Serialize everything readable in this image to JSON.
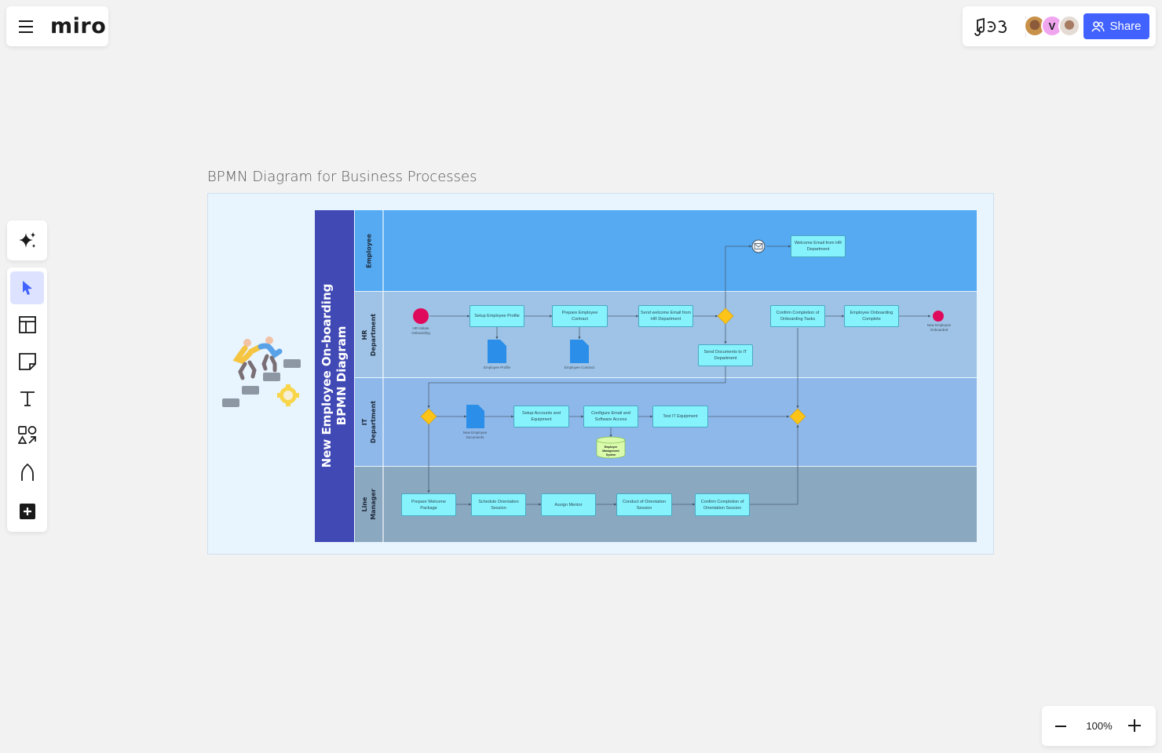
{
  "app": {
    "logo": "miro"
  },
  "header": {
    "share_label": "Share",
    "collaborators": [
      {
        "name": "collaborator-1",
        "initial": "",
        "color": "#c8914a"
      },
      {
        "name": "collaborator-v",
        "initial": "V",
        "color": "#f0a6ef"
      },
      {
        "name": "collaborator-3",
        "initial": "",
        "color": "#d9c9bd"
      }
    ]
  },
  "toolbar": {
    "ai": "ai-assistant",
    "tools": [
      "select",
      "templates",
      "sticky-note",
      "text",
      "shapes",
      "pen",
      "more"
    ]
  },
  "zoom": {
    "value": "100%"
  },
  "board": {
    "frame_title": "BPMN Diagram for Business Processes",
    "pool_title_line1": "New Employee On-boarding",
    "pool_title_line2": "BPMN Diagram",
    "lanes": [
      {
        "id": "employee",
        "label": "Employee",
        "color": "#55aaf2"
      },
      {
        "id": "hr",
        "label": "HR Department",
        "color": "#9ec3e6"
      },
      {
        "id": "it",
        "label": "IT Department",
        "color": "#8fb8ea"
      },
      {
        "id": "line",
        "label": "Line Manager",
        "color": "#8aa8c0"
      }
    ],
    "events": {
      "hr_start": "HR Initiate Onboarding",
      "hr_end": "New Employee Onboarded",
      "message": "envelope-event"
    },
    "tasks": {
      "welcome_email_employee": "Welcome Email from HR Department",
      "setup_profile": "Setup Employee Profile",
      "prepare_contract": "Prepare Employee Contract",
      "send_welcome_email": "Send welcome Email from HR Department",
      "send_documents_it": "Send Documents to IT Department",
      "confirm_onboarding_tasks": "Confirm Completion of Onboarding Tasks",
      "onboarding_complete": "Employee Onboarding Complete",
      "setup_accounts": "Setup Accounts and Equipment",
      "configure_email": "Configure Email and Software Access",
      "test_it": "Test IT Equipment",
      "prepare_welcome_package": "Prepare Welcome Package",
      "schedule_orientation": "Schedule Orientation Session",
      "assign_mentor": "Assign Mentor",
      "conduct_orientation": "Conduct of Orientation Session",
      "confirm_orientation": "Confirm Completion of Orientation Session"
    },
    "documents": {
      "employee_profile": "Employee Profile",
      "employee_contract": "Employee Contract",
      "new_employee_documents": "New Employee Documents"
    },
    "datastore": "Employee Management System"
  }
}
